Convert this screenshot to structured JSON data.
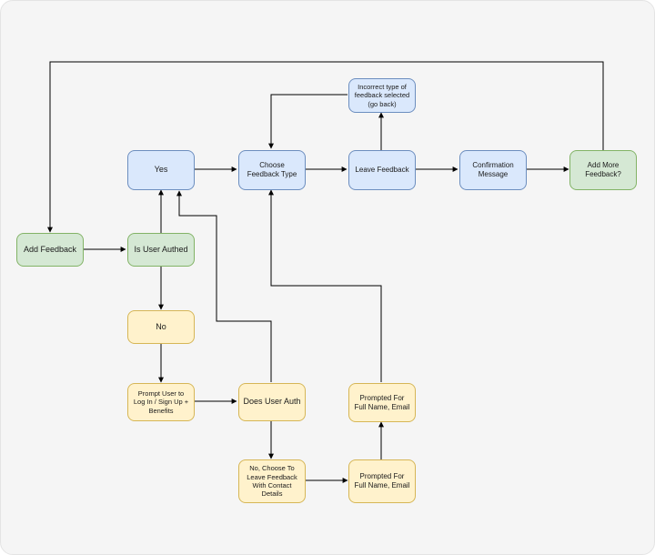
{
  "nodes": {
    "add_feedback": "Add Feedback",
    "is_user_authed": "Is User Authed",
    "yes": "Yes",
    "no": "No",
    "prompt_login": "Prompt User to Log In / Sign Up + Benefits",
    "does_user_auth": "Does User Auth",
    "no_choose_contact": "No, Choose To Leave Feedback With Contact Details",
    "prompted_name_email_1": "Prompted For Full Name, Email",
    "prompted_name_email_2": "Prompted For Full Name, Email",
    "choose_feedback_type": "Choose Feedback Type",
    "leave_feedback": "Leave Feedback",
    "incorrect_type": "Incorrect type of feedback selected (go back)",
    "confirmation_message": "Confirmation Message",
    "add_more_feedback": "Add More Feedback?"
  },
  "colors": {
    "blue_fill": "#dae8fc",
    "green_fill": "#d5e8d4",
    "yellow_fill": "#fff2cc",
    "edge": "#000000"
  }
}
